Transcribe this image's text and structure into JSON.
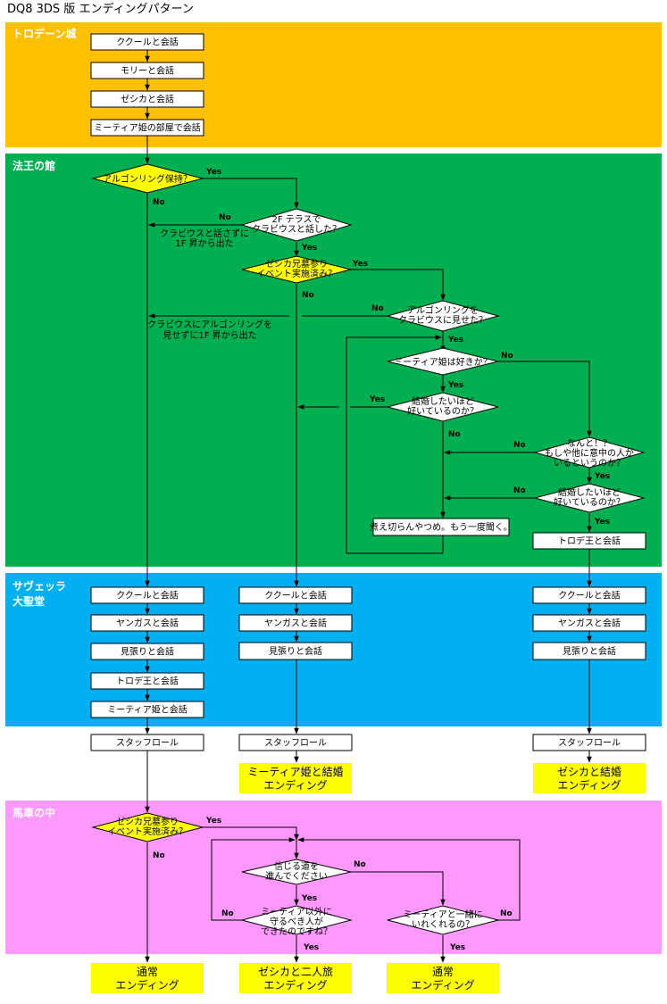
{
  "title": "DQ8 3DS 版 エンディングパターン",
  "colors": {
    "orange": "#ffc000",
    "green": "#00b050",
    "blue": "#00b0f0",
    "pink": "#ff99ff",
    "yellow": "#ffff00"
  },
  "sections": {
    "trodain": "トロデーン城",
    "houou": "法王の館",
    "savella1": "サヴェッラ",
    "savella2": "大聖堂",
    "basha": "馬車の中"
  },
  "trodain": {
    "b1": "ククールと会話",
    "b2": "モリーと会話",
    "b3": "ゼシカと会話",
    "b4": "ミーティア姫の部屋で会話"
  },
  "houou": {
    "d1": "アルゴンリング保持？",
    "d2a": "2F テラスで",
    "d2b": "クラビウスと話した？",
    "d3a": "ゼシカ兄墓参り",
    "d3b": "イベント実施済み？",
    "d4a": "アルゴンリングを",
    "d4b": "クラビウスに見せた？",
    "d5": "ミーティア姫は好きか？",
    "d6a": "結婚したいほど",
    "d6b": "好いているのか？",
    "d7a": "なんと！？",
    "d7b": "もしや他に意中の人が",
    "d7c": "いるというのか？",
    "d8a": "結婚したいほど",
    "d8b": "好いているのか？",
    "note1a": "クラビウスと話さずに",
    "note1b": "1F 昇から出た",
    "note2a": "クラビウスにアルゴンリングを",
    "note2b": "見せずに1F 昇から出た",
    "loopbox": "煮え切らんやつめ。もう一度聞く。",
    "trode": "トロデ王と会話"
  },
  "savella": {
    "c1": [
      "ククールと会話",
      "ヤンガスと会話",
      "見張りと会話",
      "トロデ王と会話",
      "ミーティア姫と会話"
    ],
    "c2": [
      "ククールと会話",
      "ヤンガスと会話",
      "見張りと会話"
    ],
    "c3": [
      "ククールと会話",
      "ヤンガスと会話",
      "見張りと会話"
    ]
  },
  "staff": "スタッフロール",
  "endings": {
    "meetia_a": "ミーティア姫と結婚",
    "meetia_b": "エンディング",
    "jessica_a": "ゼシカと結婚",
    "jessica_b": "エンディング",
    "normal1_a": "通常",
    "normal1_b": "エンディング",
    "tabi_a": "ゼシカと二人旅",
    "tabi_b": "エンディング",
    "normal2_a": "通常",
    "normal2_b": "エンディング"
  },
  "basha": {
    "e1a": "ゼシカ兄墓参り",
    "e1b": "イベント実施済み？",
    "e2a": "信じる道を",
    "e2b": "進んでください",
    "e3a": "ミーティア以外に",
    "e3b": "守るべき人が",
    "e3c": "できたのですね？",
    "e4a": "ミーティアと一緒に",
    "e4b": "いれくれるの？"
  },
  "yes": "Yes",
  "no": "No"
}
